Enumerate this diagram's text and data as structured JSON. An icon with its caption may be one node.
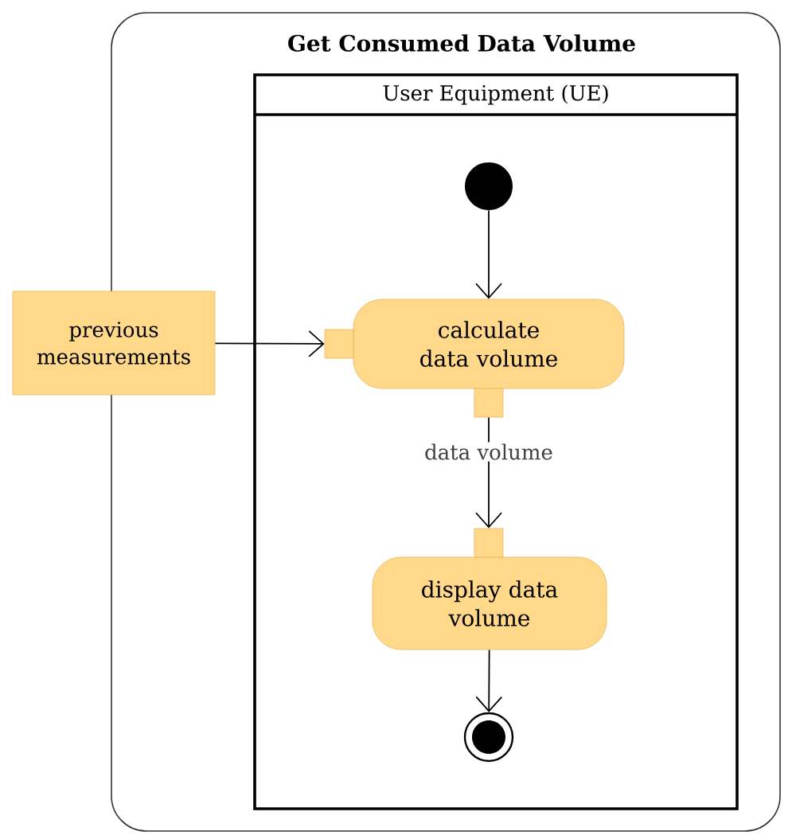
{
  "diagram": {
    "nodes": [
      {
        "text": [
          "Get Consumed Data Volume"
        ]
      },
      {
        "text": [
          "User Equipment (UE)"
        ],
        "in": 0
      },
      {
        "text": [
          "previous measurements"
        ]
      },
      {
        "text": [],
        "shape": "circle",
        "in": 1
      },
      {
        "text": [
          "calculate data volume"
        ],
        "in": 1
      },
      {
        "text": [
          "display data volume"
        ],
        "in": 1
      },
      {
        "text": [],
        "shape": "bullseye",
        "in": 1
      },
      {
        "text": [],
        "shape": "box",
        "in": 1
      },
      {
        "text": [],
        "shape": "box",
        "in": 1
      },
      {
        "text": [],
        "shape": "box",
        "in": 1
      }
    ],
    "edges": [
      {
        "from": 3,
        "to": 4,
        "arrow": "to"
      },
      {
        "from": 2,
        "to": 7,
        "arrow": "to"
      },
      {
        "from": 8,
        "to": 9,
        "arrow": "to",
        "label": "data volume"
      },
      {
        "from": 5,
        "to": 6,
        "arrow": "to"
      }
    ]
  }
}
